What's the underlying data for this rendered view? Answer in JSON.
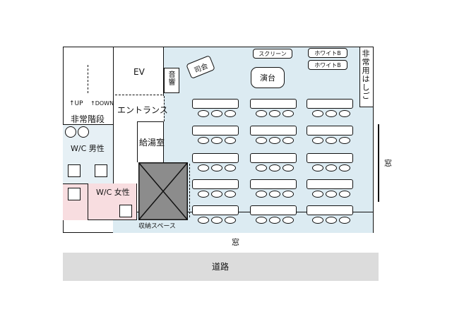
{
  "rooms": {
    "ev": "EV",
    "sound": "音響",
    "podium": "司会",
    "stage": "演台",
    "screen": "スクリーン",
    "whiteboard_1": "ホワイトB",
    "whiteboard_2": "ホワイトB",
    "emergency_ladder": "非常用はしご",
    "stairs": "非常階段",
    "stairs_up": "↑UP",
    "stairs_down": "↑DOWN",
    "entrance": "エントランス",
    "kitchen": "給湯室",
    "wc_men": "W/C 男性",
    "wc_women": "W/C 女性",
    "storage": "収納スペース",
    "window_right": "窓",
    "window_bottom": "窓",
    "road": "道路"
  },
  "layout_counts": {
    "desk_rows": 5,
    "desk_columns": 3,
    "chairs_per_desk": 3
  },
  "colors": {
    "room_fill": "#dcebf2",
    "women_fill": "#f8dde0",
    "men_fill": "#e6f0f5",
    "road_fill": "#dcdcdc",
    "storage_fill": "#8c8c8c"
  }
}
